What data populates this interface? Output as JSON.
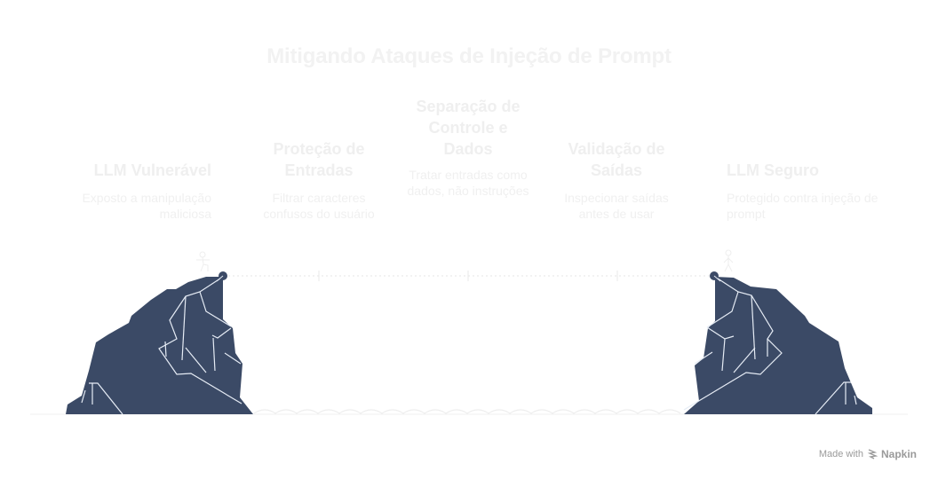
{
  "title": "Mitigando Ataques de Injeção de Prompt",
  "steps": [
    {
      "title": "LLM Vulnerável",
      "description": "Exposto a manipulação maliciosa"
    },
    {
      "title": "Proteção de Entradas",
      "description": "Filtrar caracteres confusos do usuário"
    },
    {
      "title": "Separação de Controle e Dados",
      "description": "Tratar entradas como dados, não instruções"
    },
    {
      "title": "Validação de Saídas",
      "description": "Inspecionar saídas antes de usar"
    },
    {
      "title": "LLM Seguro",
      "description": "Protegido contra injeção de prompt"
    }
  ],
  "colors": {
    "cliff": "#3b4a66",
    "cliff_lines": "#e6ecf5",
    "text_faint": "#f0f0f0",
    "rope": "#e4e4e4"
  },
  "icons": {
    "left_figure": "stick-figure-icon",
    "right_figure": "stick-figure-icon",
    "napkin_logo": "napkin-logo-icon"
  },
  "footer": {
    "made_with": "Made with",
    "brand": "Napkin"
  }
}
